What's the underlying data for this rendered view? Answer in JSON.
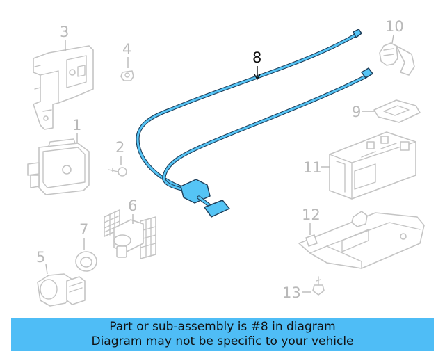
{
  "callouts": {
    "c1": "1",
    "c2": "2",
    "c3": "3",
    "c4": "4",
    "c5": "5",
    "c6": "6",
    "c7": "7",
    "c8": "8",
    "c9": "9",
    "c10": "10",
    "c11": "11",
    "c12": "12",
    "c13": "13"
  },
  "highlighted_part": "8",
  "colors": {
    "highlight": "#55c4f5",
    "banner": "#4fbdf6",
    "muted": "#c4c4c4"
  },
  "banner": {
    "line1": "Part or sub-assembly is #8 in diagram",
    "line2": "Diagram may not be specific to your vehicle"
  }
}
